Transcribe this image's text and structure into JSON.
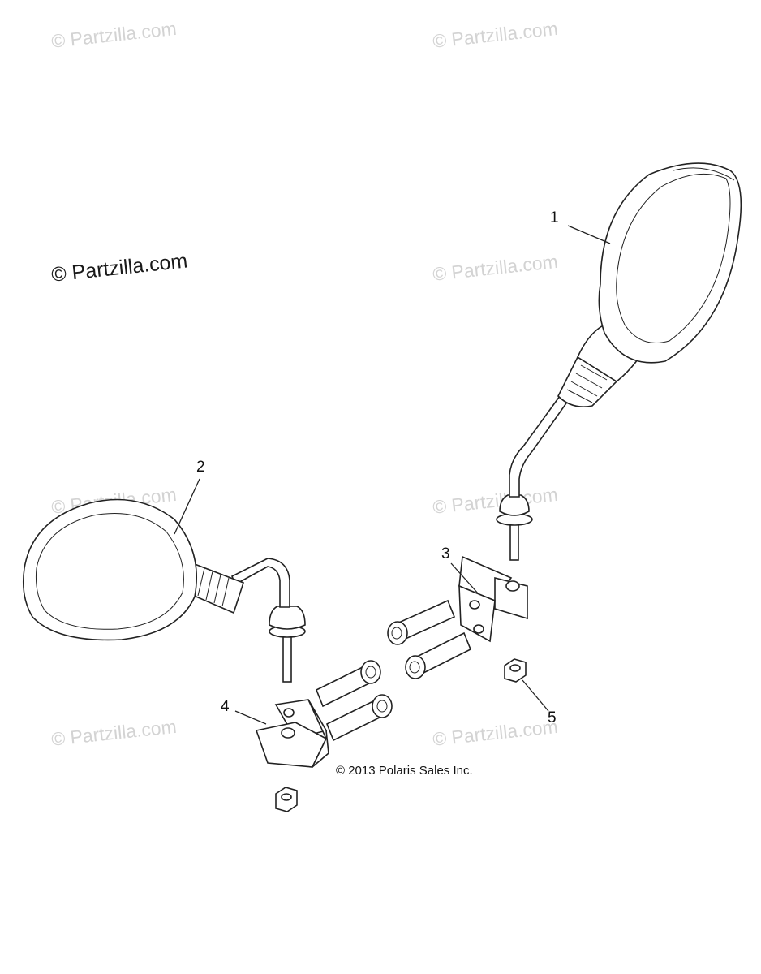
{
  "watermarks": {
    "repeated_text": "© Partzilla.com",
    "primary_text": "© Partzilla.com"
  },
  "callouts": [
    {
      "label": "1",
      "part": "right mirror"
    },
    {
      "label": "2",
      "part": "left mirror"
    },
    {
      "label": "3",
      "part": "right clamp"
    },
    {
      "label": "4",
      "part": "left clamp"
    },
    {
      "label": "5",
      "part": "nut"
    }
  ],
  "copyright": "© 2013 Polaris Sales Inc.",
  "colors": {
    "line": "#222222",
    "watermark": "#d3d3d3",
    "background": "#ffffff"
  }
}
